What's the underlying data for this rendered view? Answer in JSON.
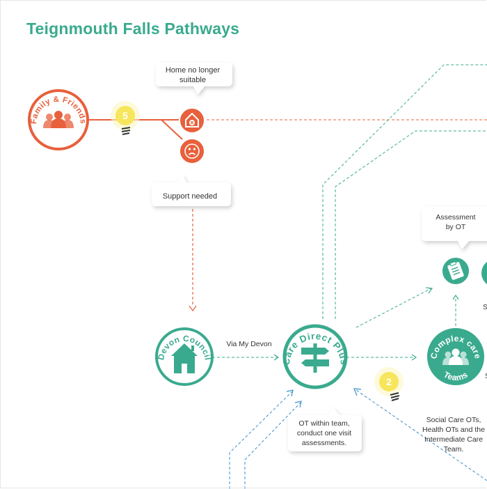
{
  "title": "Teignmouth Falls Pathways",
  "colors": {
    "orange": "#e8603c",
    "teal": "#3aaa8e",
    "blue": "#3b8ec8",
    "bulb": "#f7e55c"
  },
  "nodes": {
    "family_friends": {
      "label": "Family & Friends",
      "icon": "people-icon"
    },
    "devon_council": {
      "label": "Devon Council",
      "icon": "house-icon"
    },
    "care_direct_plus": {
      "label": "Care Direct Plus",
      "icon": "signpost-icon"
    },
    "complex_care_teams": {
      "label_top": "Complex care",
      "label_bottom": "Teams",
      "icon": "team-icon"
    },
    "home_unsuitable": {
      "icon": "home-cross-icon"
    },
    "support_needed": {
      "icon": "sad-face-icon"
    },
    "assessment_ot": {
      "icon": "clipboard-icon"
    }
  },
  "badges": {
    "bulb_5": "5",
    "bulb_2": "2"
  },
  "labels": {
    "home_no_longer_l1": "Home no  longer",
    "home_no_longer_l2": "suitable",
    "support_needed": "Support needed",
    "via_my_devon": "Via My Devon",
    "assessment_l1": "Assessment",
    "assessment_l2": "by OT",
    "ot_team_l1": "OT within team,",
    "ot_team_l2": "conduct one visit",
    "ot_team_l3": "assessments.",
    "social_l1": "Social Care OTs,",
    "social_l2": "Health OTs and the",
    "social_l3": "Intermediate Care",
    "social_l4": "Team.",
    "edge_s1": "S",
    "edge_s2": "S"
  }
}
